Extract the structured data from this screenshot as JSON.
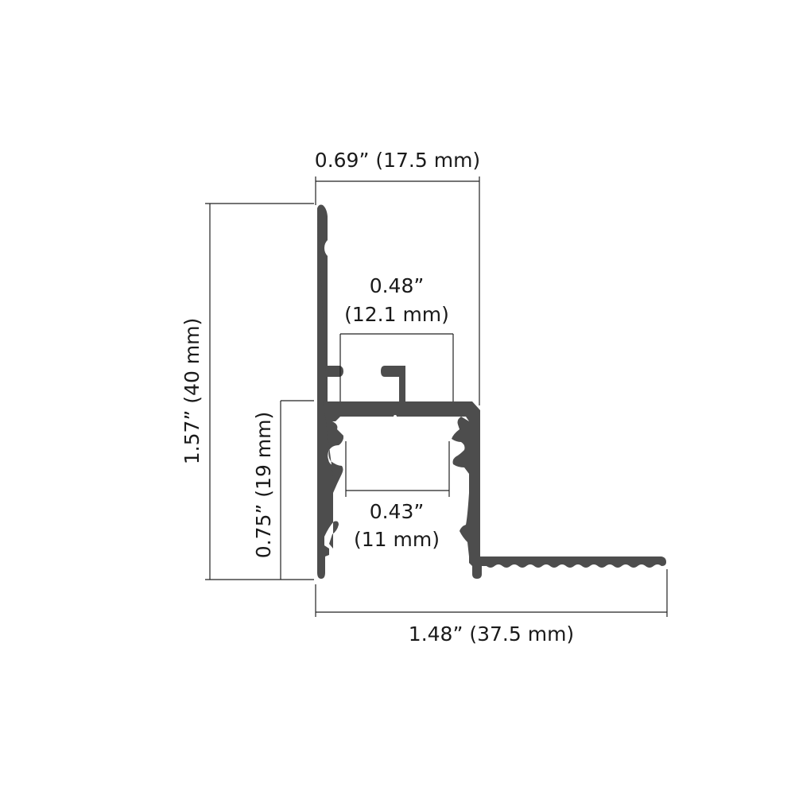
{
  "diagram": {
    "type": "aluminum extrusion profile cross-section",
    "profile_color": "#4d4d4d",
    "background_color": "#ffffff",
    "line_color": "#222222",
    "dimensions": {
      "overall_width_top": "0.69” (17.5 mm)",
      "inner_channel_top_line1": "0.48”",
      "inner_channel_top_line2": "(12.1 mm)",
      "inner_channel_bottom_line1": "0.43”",
      "inner_channel_bottom_line2": "(11 mm)",
      "overall_height": "1.57” (40 mm)",
      "channel_height": "0.75” (19 mm)",
      "overall_width_bottom": "1.48” (37.5 mm)"
    }
  }
}
